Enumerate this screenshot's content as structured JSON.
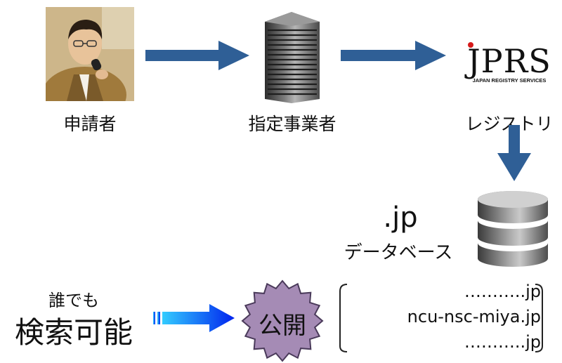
{
  "nodes": {
    "applicant": "申請者",
    "registrar": "指定事業者",
    "registry": "レジストリ",
    "jprs_logo": "JPRS",
    "jprs_logo_sub": "JAPAN REGISTRY SERVICES",
    "database_title": ".jp",
    "database_label": "データベース",
    "anyone": "誰でも",
    "searchable": "検索可能",
    "publish_badge": "公開"
  },
  "domain_list": [
    "………..jp",
    "ncu-nsc-miya.jp",
    "………..jp"
  ],
  "colors": {
    "arrow": "#2f5f96",
    "badge_fill": "#a58bb5",
    "badge_stroke": "#4a3a5a",
    "gradient_start": "#33ccff",
    "gradient_end": "#0022ee"
  },
  "icons": [
    "person-photo",
    "server-building-icon",
    "jprs-logo",
    "database-icon",
    "star-badge"
  ]
}
